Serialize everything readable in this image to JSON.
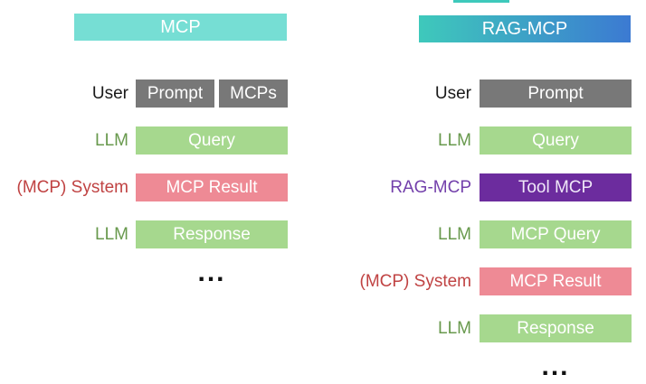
{
  "colors": {
    "header_left_bg": "#76ded4",
    "header_grad_start": "#3ec9bb",
    "header_grad_end": "#3c7ad2",
    "gray_box": "#787878",
    "green_box": "#a6d88e",
    "pink_box": "#ee8a95",
    "purple_box": "#6c2c9e",
    "purple_box_text": "#efe7f8",
    "box_text": "#ffffff",
    "label_black": "#1a1a1a",
    "label_green": "#68994d",
    "label_red": "#c04343",
    "label_purple": "#7340ab",
    "dots": "#111111"
  },
  "left": {
    "header": "MCP",
    "rows": [
      {
        "label": "User",
        "boxes": [
          {
            "text": "Prompt"
          },
          {
            "text": "MCPs"
          }
        ]
      },
      {
        "label": "LLM",
        "boxes": [
          {
            "text": "Query"
          }
        ]
      },
      {
        "label": "(MCP) System",
        "boxes": [
          {
            "text": "MCP Result"
          }
        ]
      },
      {
        "label": "LLM",
        "boxes": [
          {
            "text": "Response"
          }
        ]
      }
    ],
    "ellipsis": "..."
  },
  "right": {
    "header": "RAG-MCP",
    "rows": [
      {
        "label": "User",
        "boxes": [
          {
            "text": "Prompt"
          }
        ]
      },
      {
        "label": "LLM",
        "boxes": [
          {
            "text": "Query"
          }
        ]
      },
      {
        "label": "RAG-MCP",
        "boxes": [
          {
            "text": "Tool MCP"
          }
        ]
      },
      {
        "label": "LLM",
        "boxes": [
          {
            "text": "MCP Query"
          }
        ]
      },
      {
        "label": "(MCP) System",
        "boxes": [
          {
            "text": "MCP Result"
          }
        ]
      },
      {
        "label": "LLM",
        "boxes": [
          {
            "text": "Response"
          }
        ]
      }
    ],
    "ellipsis": "..."
  }
}
